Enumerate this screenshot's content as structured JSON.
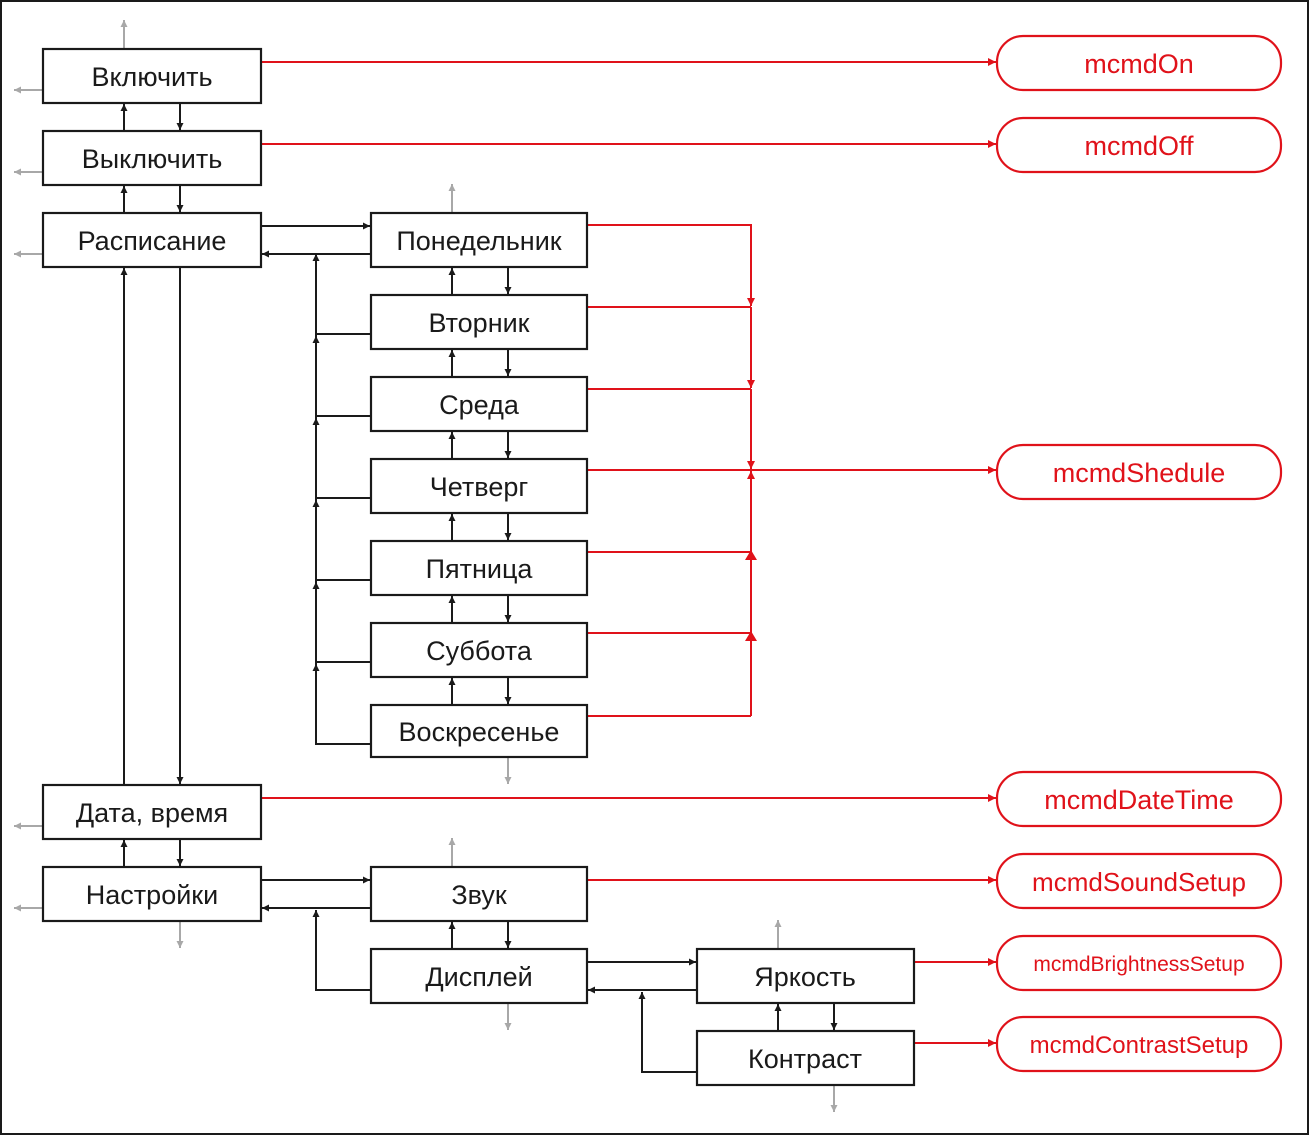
{
  "nodes": [
    {
      "id": "on",
      "label": "Включить"
    },
    {
      "id": "off",
      "label": "Выключить"
    },
    {
      "id": "schedule",
      "label": "Расписание"
    },
    {
      "id": "mon",
      "label": "Понедельник"
    },
    {
      "id": "tue",
      "label": "Вторник"
    },
    {
      "id": "wed",
      "label": "Среда"
    },
    {
      "id": "thu",
      "label": "Четверг"
    },
    {
      "id": "fri",
      "label": "Пятница"
    },
    {
      "id": "sat",
      "label": "Суббота"
    },
    {
      "id": "sun",
      "label": "Воскресенье"
    },
    {
      "id": "datetime",
      "label": "Дата, время"
    },
    {
      "id": "settings",
      "label": "Настройки"
    },
    {
      "id": "sound",
      "label": "Звук"
    },
    {
      "id": "display",
      "label": "Дисплей"
    },
    {
      "id": "brightness",
      "label": "Яркость"
    },
    {
      "id": "contrast",
      "label": "Контраст"
    }
  ],
  "commands": [
    {
      "id": "c-on",
      "label": "mcmdOn"
    },
    {
      "id": "c-off",
      "label": "mcmdOff"
    },
    {
      "id": "c-schedule",
      "label": "mcmdShedule"
    },
    {
      "id": "c-datetime",
      "label": "mcmdDateTime"
    },
    {
      "id": "c-sound",
      "label": "mcmdSoundSetup"
    },
    {
      "id": "c-brightness",
      "label": "mcmdBrightnessSetup"
    },
    {
      "id": "c-contrast",
      "label": "mcmdContrastSetup"
    }
  ],
  "colors": {
    "node_stroke": "#1a1a1a",
    "command": "#e0121a",
    "wrap": "#a8a8a8"
  }
}
